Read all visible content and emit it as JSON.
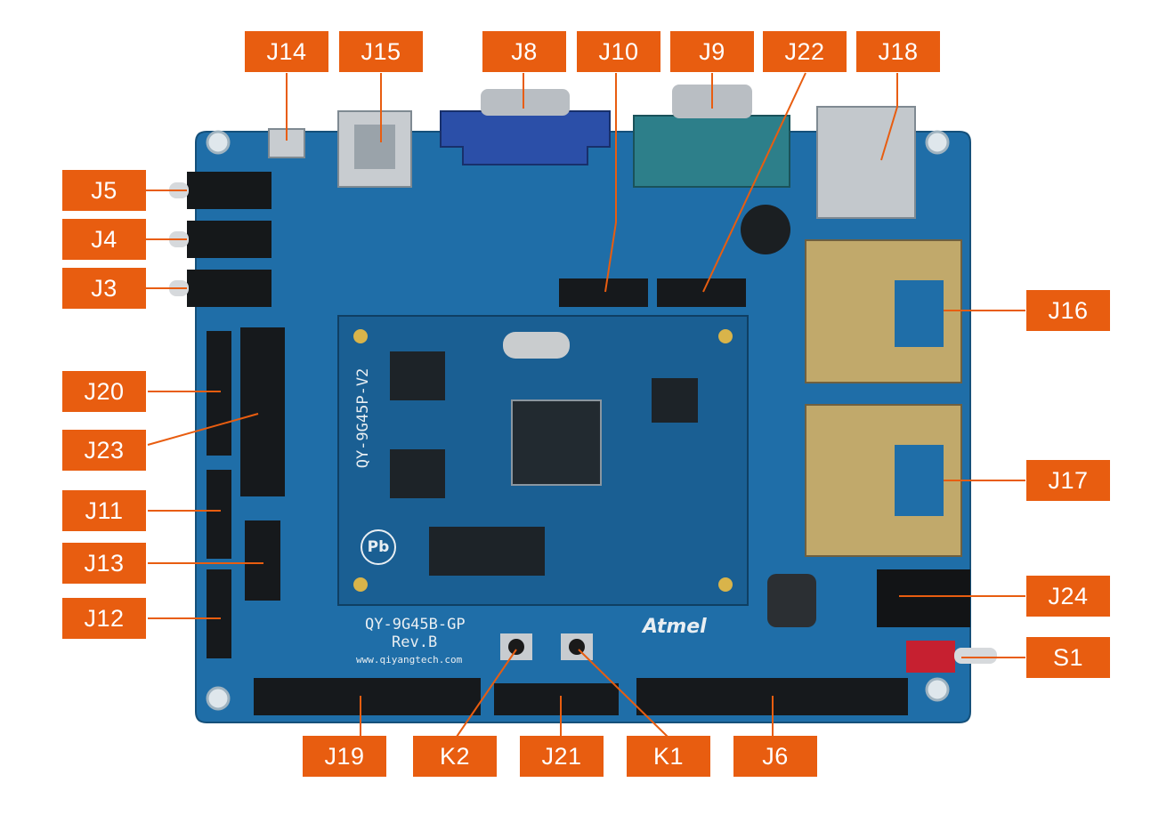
{
  "board": {
    "module_silk": "QY-9G45P-V2",
    "board_silk": "QY-9G45B-GP",
    "revision": "Rev.B",
    "url": "www.qiyangtech.com",
    "logo_text": "Atmel",
    "pb_mark": "Pb",
    "colors": {
      "pcb": "#1f6ea8",
      "pcb_dark": "#17547f",
      "label_fill": "#e85d10",
      "label_text": "#ffffff",
      "leader": "#e85d10"
    }
  },
  "labels": [
    {
      "id": "J14",
      "text": "J14"
    },
    {
      "id": "J15",
      "text": "J15"
    },
    {
      "id": "J8",
      "text": "J8"
    },
    {
      "id": "J10",
      "text": "J10"
    },
    {
      "id": "J9",
      "text": "J9"
    },
    {
      "id": "J22",
      "text": "J22"
    },
    {
      "id": "J18",
      "text": "J18"
    },
    {
      "id": "J5",
      "text": "J5"
    },
    {
      "id": "J4",
      "text": "J4"
    },
    {
      "id": "J3",
      "text": "J3"
    },
    {
      "id": "J16",
      "text": "J16"
    },
    {
      "id": "J20",
      "text": "J20"
    },
    {
      "id": "J23",
      "text": "J23"
    },
    {
      "id": "J17",
      "text": "J17"
    },
    {
      "id": "J11",
      "text": "J11"
    },
    {
      "id": "J13",
      "text": "J13"
    },
    {
      "id": "J24",
      "text": "J24"
    },
    {
      "id": "J12",
      "text": "J12"
    },
    {
      "id": "S1",
      "text": "S1"
    },
    {
      "id": "J19",
      "text": "J19"
    },
    {
      "id": "K2",
      "text": "K2"
    },
    {
      "id": "J21",
      "text": "J21"
    },
    {
      "id": "K1",
      "text": "K1"
    },
    {
      "id": "J6",
      "text": "J6"
    }
  ]
}
